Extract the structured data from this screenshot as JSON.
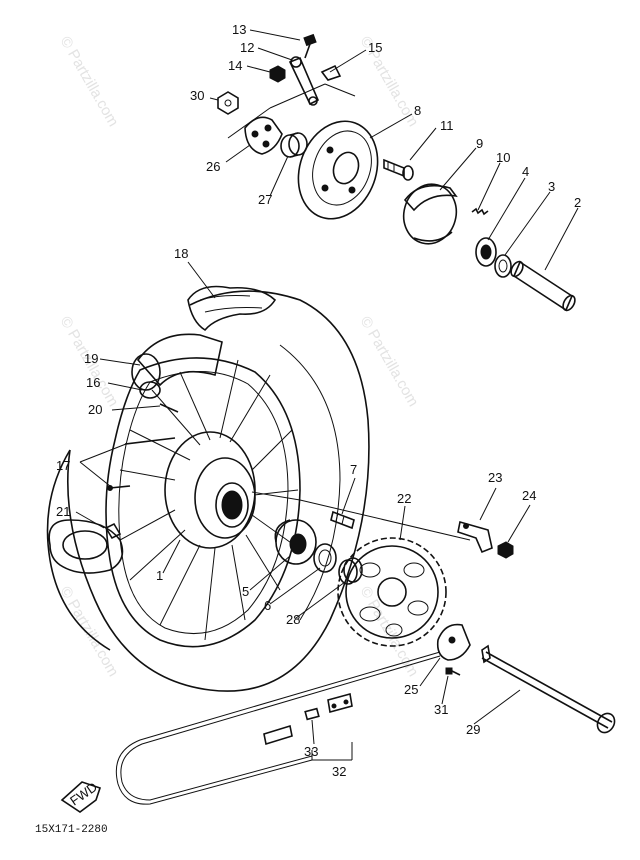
{
  "watermark": "© Partzilla.com",
  "diagram_code": "15X171-2280",
  "direction_marker": "FWD",
  "labels": {
    "l1": "1",
    "l2": "2",
    "l3": "3",
    "l4": "4",
    "l5": "5",
    "l6": "6",
    "l7": "7",
    "l8": "8",
    "l9": "9",
    "l10": "10",
    "l11": "11",
    "l12": "12",
    "l13": "13",
    "l14": "14",
    "l15": "15",
    "l16": "16",
    "l17": "17",
    "l18": "18",
    "l19": "19",
    "l20": "20",
    "l21": "21",
    "l22": "22",
    "l23": "23",
    "l24": "24",
    "l25": "25",
    "l26": "26",
    "l27": "27",
    "l28": "28",
    "l29": "29",
    "l30": "30",
    "l31": "31",
    "l32": "32",
    "l33": "33"
  }
}
